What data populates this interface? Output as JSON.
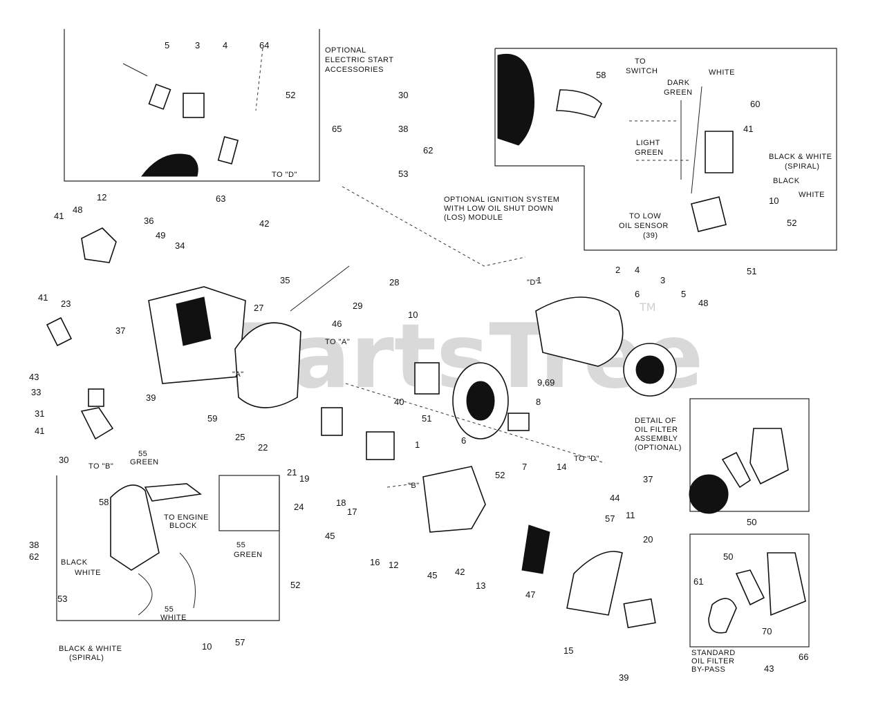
{
  "watermark": {
    "brand": "PartsTree",
    "tm": "TM"
  },
  "captions": {
    "electric_start": [
      "OPTIONAL",
      "ELECTRIC START",
      "ACCESSORIES"
    ],
    "ignition": [
      "OPTIONAL IGNITION SYSTEM",
      "WITH LOW OIL SHUT DOWN",
      "(LOS) MODULE"
    ],
    "oil_filter_detail": [
      "DETAIL OF",
      "OIL FILTER",
      "ASSEMBLY",
      "(OPTIONAL)"
    ],
    "standard_filter": [
      "STANDARD",
      "OIL FILTER",
      "BY-PASS"
    ],
    "wire_to_switch": [
      "TO",
      "SWITCH"
    ],
    "wire_dark_green": [
      "DARK",
      "GREEN"
    ],
    "wire_white": "WHITE",
    "wire_light_green": [
      "LIGHT",
      "GREEN"
    ],
    "wire_black_white_spiral": [
      "BLACK & WHITE",
      "(SPIRAL)"
    ],
    "wire_black": "BLACK",
    "wire_white_2": "WHITE",
    "to_low_oil_sensor": [
      "TO LOW",
      "OIL SENSOR",
      "(39)"
    ],
    "to_engine_block": [
      "TO ENGINE",
      "BLOCK"
    ],
    "black_white": [
      "BLACK",
      "WHITE"
    ],
    "green_55": [
      "55",
      "GREEN"
    ],
    "green_55b": [
      "55",
      "GREEN"
    ],
    "white_55": [
      "55",
      "WHITE"
    ],
    "black_white_spiral_bottom": [
      "BLACK & WHITE",
      "(SPIRAL)"
    ],
    "to_d": "TO \"D\"",
    "to_d2": "TO \"D\"",
    "d_marker": "\"D\"",
    "to_b": "TO \"B\"",
    "b_marker": "\"B\"",
    "to_a": "TO \"A\"",
    "a_marker": "\"A\""
  },
  "part_numbers": [
    {
      "id": "n5a",
      "text": "5"
    },
    {
      "id": "n3a",
      "text": "3"
    },
    {
      "id": "n4a",
      "text": "4"
    },
    {
      "id": "n64",
      "text": "64"
    },
    {
      "id": "n52a",
      "text": "52"
    },
    {
      "id": "n65",
      "text": "65"
    },
    {
      "id": "n63",
      "text": "63"
    },
    {
      "id": "n30a",
      "text": "30"
    },
    {
      "id": "n58a",
      "text": "58"
    },
    {
      "id": "n38a",
      "text": "38"
    },
    {
      "id": "n62a",
      "text": "62"
    },
    {
      "id": "n53a",
      "text": "53"
    },
    {
      "id": "n60",
      "text": "60"
    },
    {
      "id": "n41a",
      "text": "41"
    },
    {
      "id": "n10a",
      "text": "10"
    },
    {
      "id": "n52b",
      "text": "52"
    },
    {
      "id": "n51a",
      "text": "51"
    },
    {
      "id": "n48a",
      "text": "48"
    },
    {
      "id": "n12a",
      "text": "12"
    },
    {
      "id": "n41b",
      "text": "41"
    },
    {
      "id": "n36",
      "text": "36"
    },
    {
      "id": "n49",
      "text": "49"
    },
    {
      "id": "n34",
      "text": "34"
    },
    {
      "id": "n42a",
      "text": "42"
    },
    {
      "id": "n41c",
      "text": "41"
    },
    {
      "id": "n35",
      "text": "35"
    },
    {
      "id": "n28",
      "text": "28"
    },
    {
      "id": "n27",
      "text": "27"
    },
    {
      "id": "n29",
      "text": "29"
    },
    {
      "id": "n23",
      "text": "23"
    },
    {
      "id": "n37a",
      "text": "37"
    },
    {
      "id": "n46",
      "text": "46"
    },
    {
      "id": "n10b",
      "text": "10"
    },
    {
      "id": "n2",
      "text": "2"
    },
    {
      "id": "n4b",
      "text": "4"
    },
    {
      "id": "n3b",
      "text": "3"
    },
    {
      "id": "n5b",
      "text": "5"
    },
    {
      "id": "n48b",
      "text": "48"
    },
    {
      "id": "n1a",
      "text": "1"
    },
    {
      "id": "n6a",
      "text": "6"
    },
    {
      "id": "n43a",
      "text": "43"
    },
    {
      "id": "n33",
      "text": "33"
    },
    {
      "id": "n31",
      "text": "31"
    },
    {
      "id": "n41d",
      "text": "41"
    },
    {
      "id": "n39a",
      "text": "39"
    },
    {
      "id": "n59",
      "text": "59"
    },
    {
      "id": "n25",
      "text": "25"
    },
    {
      "id": "n22",
      "text": "22"
    },
    {
      "id": "n40",
      "text": "40"
    },
    {
      "id": "n51b",
      "text": "51"
    },
    {
      "id": "n969",
      "text": "9,69"
    },
    {
      "id": "n8",
      "text": "8"
    },
    {
      "id": "n6b",
      "text": "6"
    },
    {
      "id": "n7",
      "text": "7"
    },
    {
      "id": "n21",
      "text": "21"
    },
    {
      "id": "n19",
      "text": "19"
    },
    {
      "id": "n1b",
      "text": "1"
    },
    {
      "id": "n18",
      "text": "18"
    },
    {
      "id": "n17",
      "text": "17"
    },
    {
      "id": "n52c",
      "text": "52"
    },
    {
      "id": "n14",
      "text": "14"
    },
    {
      "id": "n44",
      "text": "44"
    },
    {
      "id": "n57a",
      "text": "57"
    },
    {
      "id": "n11",
      "text": "11"
    },
    {
      "id": "n20",
      "text": "20"
    },
    {
      "id": "n45a",
      "text": "45"
    },
    {
      "id": "n16",
      "text": "16"
    },
    {
      "id": "n12b",
      "text": "12"
    },
    {
      "id": "n45b",
      "text": "45"
    },
    {
      "id": "n42b",
      "text": "42"
    },
    {
      "id": "n13",
      "text": "13"
    },
    {
      "id": "n47",
      "text": "47"
    },
    {
      "id": "n15",
      "text": "15"
    },
    {
      "id": "n30b",
      "text": "30"
    },
    {
      "id": "n58b",
      "text": "58"
    },
    {
      "id": "n24",
      "text": "24"
    },
    {
      "id": "n38b",
      "text": "38"
    },
    {
      "id": "n62b",
      "text": "62"
    },
    {
      "id": "n52d",
      "text": "52"
    },
    {
      "id": "n53b",
      "text": "53"
    },
    {
      "id": "n10c",
      "text": "10"
    },
    {
      "id": "n57b",
      "text": "57"
    },
    {
      "id": "n37b",
      "text": "37"
    },
    {
      "id": "n50a",
      "text": "50"
    },
    {
      "id": "n50b",
      "text": "50"
    },
    {
      "id": "n61",
      "text": "61"
    },
    {
      "id": "n70",
      "text": "70"
    },
    {
      "id": "n66",
      "text": "66"
    },
    {
      "id": "n43b",
      "text": "43"
    },
    {
      "id": "n39b",
      "text": "39"
    }
  ]
}
